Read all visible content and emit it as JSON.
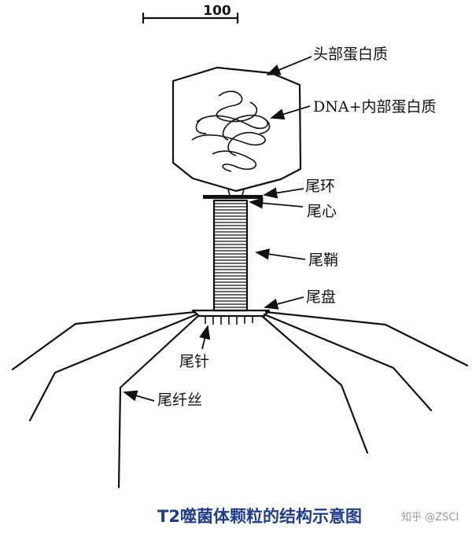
{
  "scale_bar": {
    "value": "100"
  },
  "labels": {
    "head_protein": "头部蛋白质",
    "dna_inner_protein": "DNA+内部蛋白质",
    "tail_collar": "尾环",
    "tail_core": "尾心",
    "tail_sheath": "尾鞘",
    "base_plate": "尾盘",
    "tail_pin": "尾针",
    "tail_fiber": "尾纤丝"
  },
  "caption": "T2噬菌体颗粒的结构示意图",
  "watermark": "知乎 @ZSCI"
}
